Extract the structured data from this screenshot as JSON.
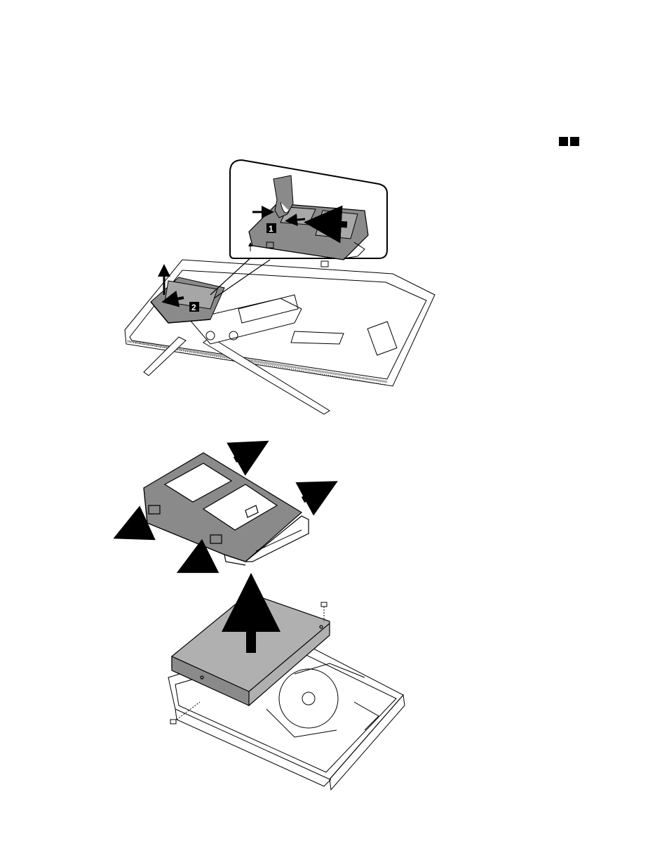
{
  "page": {
    "legend_marker": "step-callout-squares"
  },
  "figures": {
    "figure1": {
      "callouts": [
        "1",
        "2"
      ],
      "subject": "hard-disk-drive-bracket-removal-from-computer"
    },
    "figure2": {
      "subject": "bracket-flex-outward"
    },
    "figure3": {
      "subject": "bracket-lift-off-drive"
    }
  },
  "colors": {
    "line": "#000000",
    "part_fill": "#8a8a8a",
    "light_fill": "#c8c8c8",
    "background": "#ffffff"
  }
}
